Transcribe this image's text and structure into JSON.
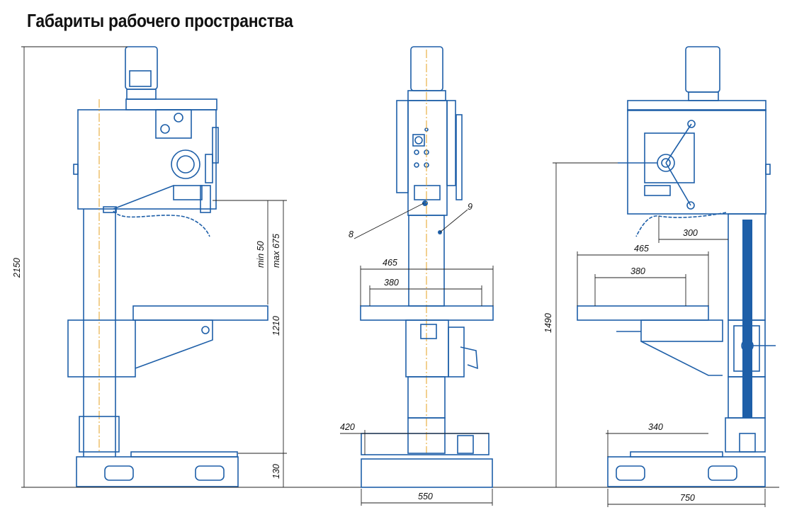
{
  "title": "Габариты рабочего пространства",
  "dimensions": {
    "height_total": "2150",
    "stroke_min": "min 50",
    "stroke_max": "max 675",
    "table_height": "1210",
    "base_height": "130",
    "label_8": "8",
    "label_9": "9",
    "table_width_465": "465",
    "table_width_380": "380",
    "base_420": "420",
    "base_550": "550",
    "height_1490": "1490",
    "reach_300": "300",
    "side_465": "465",
    "side_380": "380",
    "side_340": "340",
    "depth_750": "750"
  },
  "colors": {
    "machine_line": "#1e5fa8",
    "center_line": "#e6a020",
    "dimension_line": "#222222"
  }
}
